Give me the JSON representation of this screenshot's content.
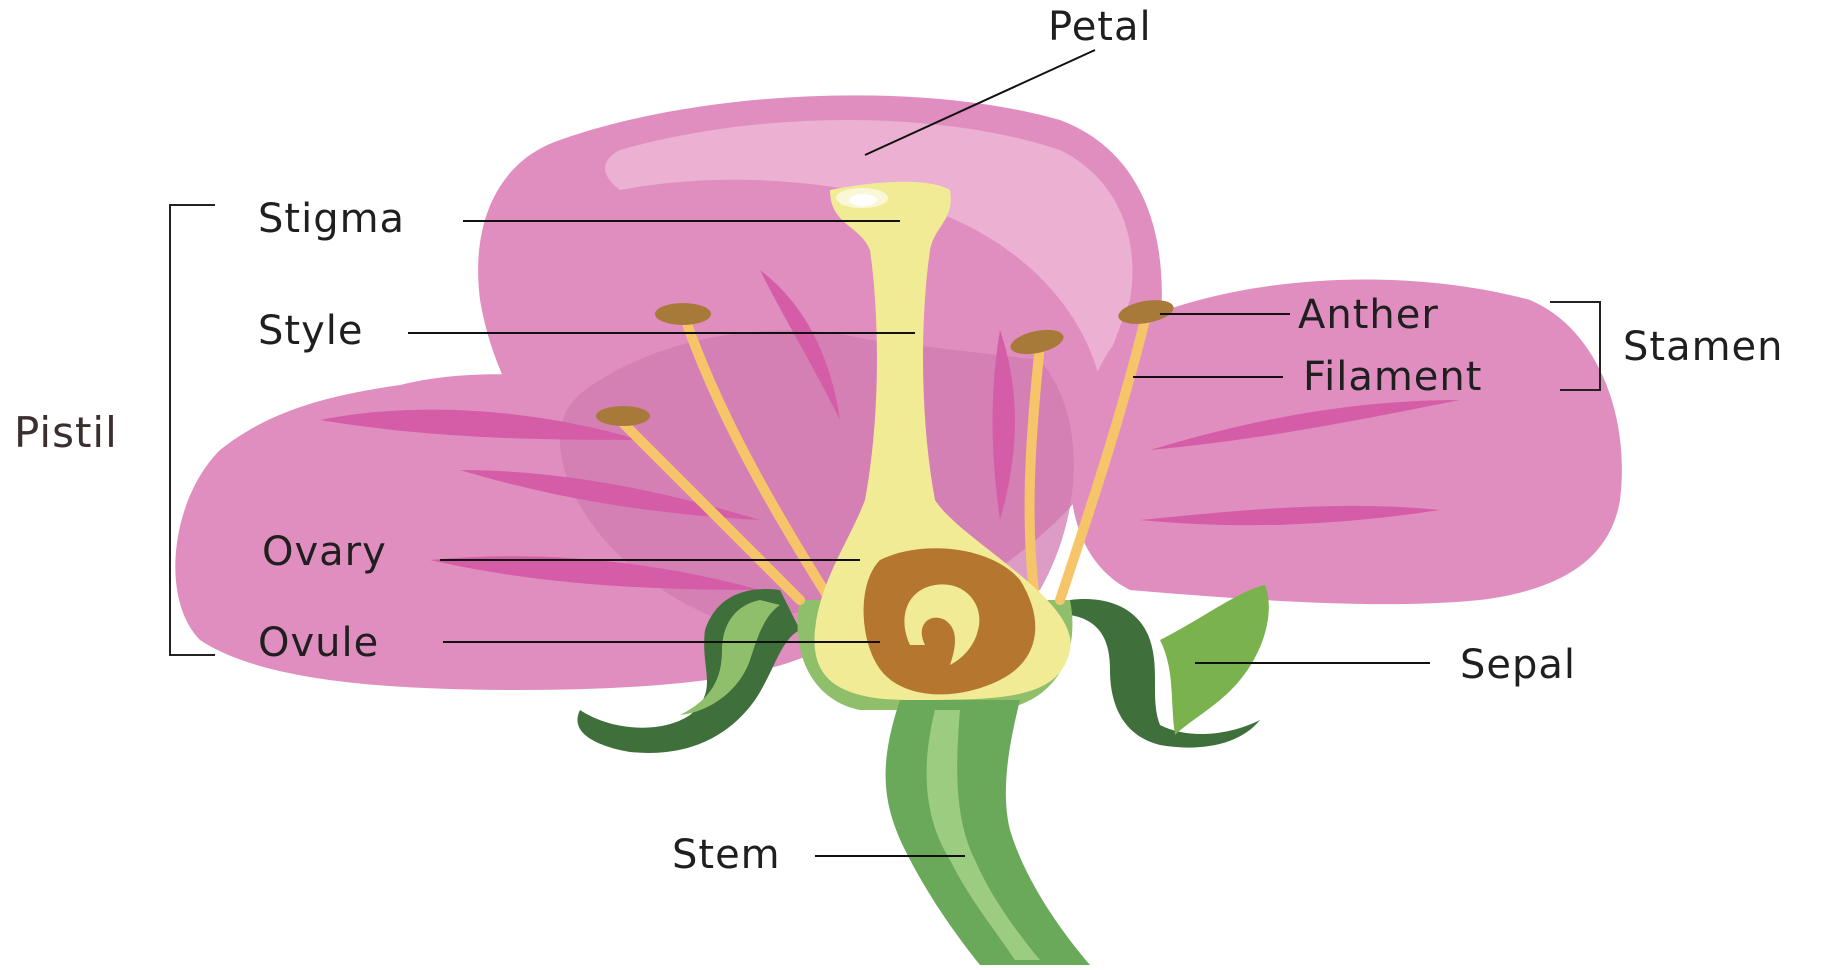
{
  "labels": {
    "petal": "Petal",
    "stigma": "Stigma",
    "style": "Style",
    "ovary": "Ovary",
    "ovule": "Ovule",
    "pistil": "Pistil",
    "anther": "Anther",
    "filament": "Filament",
    "stamen": "Stamen",
    "sepal": "Sepal",
    "stem": "Stem"
  },
  "colors": {
    "petal_main": "#e08ec0",
    "petal_light": "#ecb0d2",
    "petal_vein": "#d55da8",
    "petal_shadow": "#d27bb1",
    "pistil_yellow": "#f2eb96",
    "ovary_brown": "#b5762f",
    "anther_brown": "#a87a3a",
    "filament_orange": "#f6c56a",
    "sepal_dark": "#3f6f3a",
    "sepal_light": "#8fbf6a",
    "stem_green": "#6aa85a",
    "stem_light": "#a9d48a"
  }
}
